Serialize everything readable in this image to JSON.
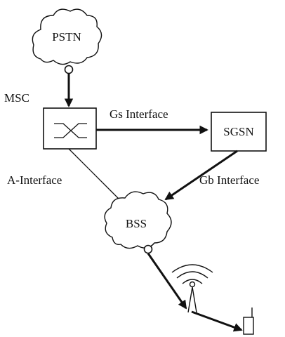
{
  "nodes": {
    "pstn": "PSTN",
    "msc": "MSC",
    "sgsn": "SGSN",
    "bss": "BSS"
  },
  "interfaces": {
    "gs": "Gs Interface",
    "a": "A-Interface",
    "gb": "Gb Interface"
  },
  "icons": {
    "msc_switch": "switch-crossover-icon",
    "antenna": "radio-tower-icon",
    "handset": "mobile-phone-icon"
  },
  "colors": {
    "stroke": "#111111",
    "background": "#ffffff"
  }
}
